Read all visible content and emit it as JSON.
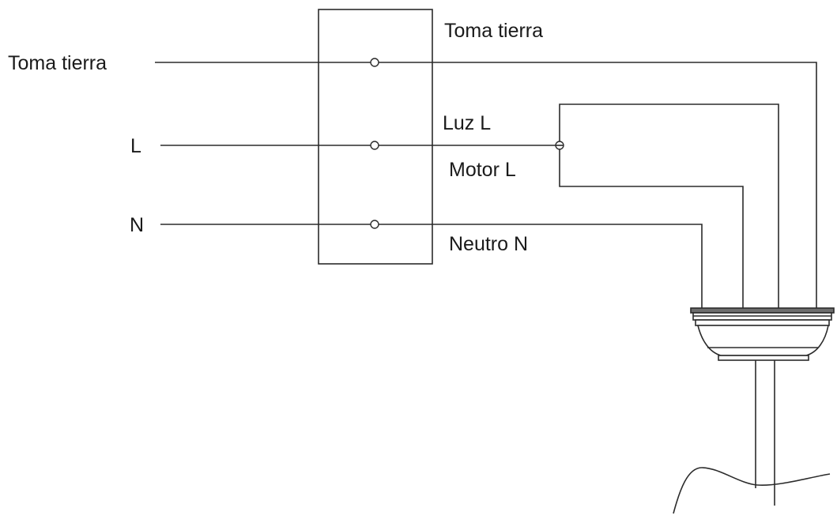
{
  "labels": {
    "ground_in": "Toma tierra",
    "line_in": "L",
    "neutral_in": "N",
    "ground_out": "Toma tierra",
    "light_out": "Luz L",
    "motor_out": "Motor L",
    "neutral_out": "Neutro N"
  },
  "colors": {
    "wire": "#2b2b2b",
    "text": "#1a1a1a",
    "background": "#ffffff"
  }
}
